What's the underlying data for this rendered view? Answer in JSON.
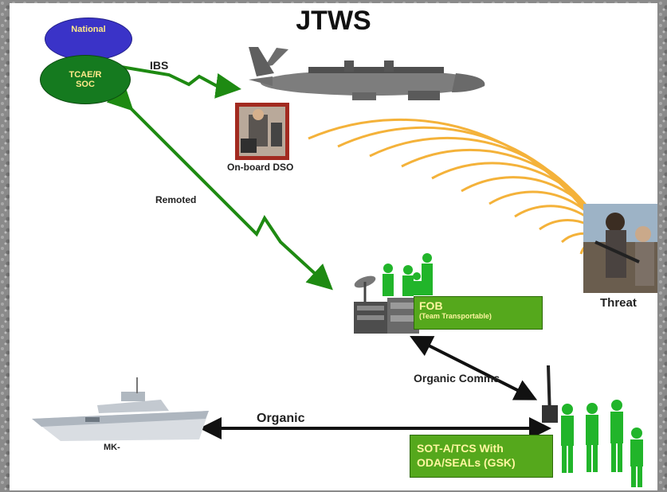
{
  "title": "JTWS",
  "nodes": {
    "national": "National",
    "soc_line1": "TCAE/R",
    "soc_line2": "SOC",
    "dso": "On-board DSO",
    "threat": "Threat",
    "fob_title": "FOB",
    "fob_sub": "(Team Transportable)",
    "sot_line1": "SOT-A/TCS With",
    "sot_line2": "ODA/SEALs (GSK)",
    "boat": "MK-"
  },
  "links": {
    "ibs": "IBS",
    "remoted": "Remoted",
    "organic_comms": "Organic Comms",
    "organic": "Organic"
  },
  "colors": {
    "ellipse_blue": "#3a33c8",
    "ellipse_green": "#157a1f",
    "arrow_green": "#1e8a12",
    "arrow_black": "#111111",
    "signal_arcs": "#f4b23a",
    "box_green": "#55a81c",
    "box_text": "#fff6a0",
    "soldier_green": "#21b52a"
  },
  "icons": [
    "aircraft-icon",
    "operator-photo",
    "antenna-icon",
    "radio-equipment-icon",
    "soldier-icon",
    "patrol-boat-icon",
    "threat-photo"
  ]
}
